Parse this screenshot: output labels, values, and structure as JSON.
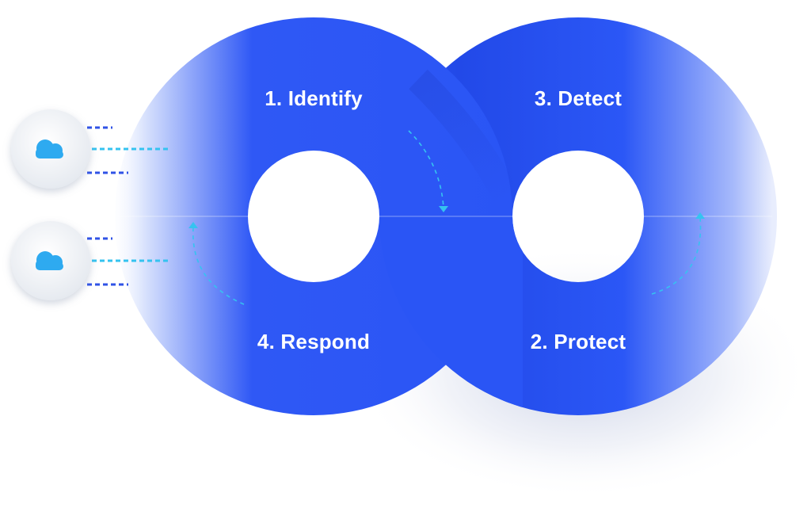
{
  "diagram": {
    "stages": [
      {
        "id": "identify",
        "label": "1. Identify"
      },
      {
        "id": "protect",
        "label": "2. Protect"
      },
      {
        "id": "detect",
        "label": "3. Detect"
      },
      {
        "id": "respond",
        "label": "4. Respond"
      }
    ],
    "sources": [
      {
        "icon": "cloud-icon"
      },
      {
        "icon": "cloud-icon"
      }
    ],
    "colors": {
      "primary": "#2a55f5",
      "dark": "#1f3fd6",
      "light": "#dbe5fb",
      "cyan": "#33c1ee",
      "cloud": "#2eaaf0",
      "dash_dark": "#2f52e6"
    }
  }
}
